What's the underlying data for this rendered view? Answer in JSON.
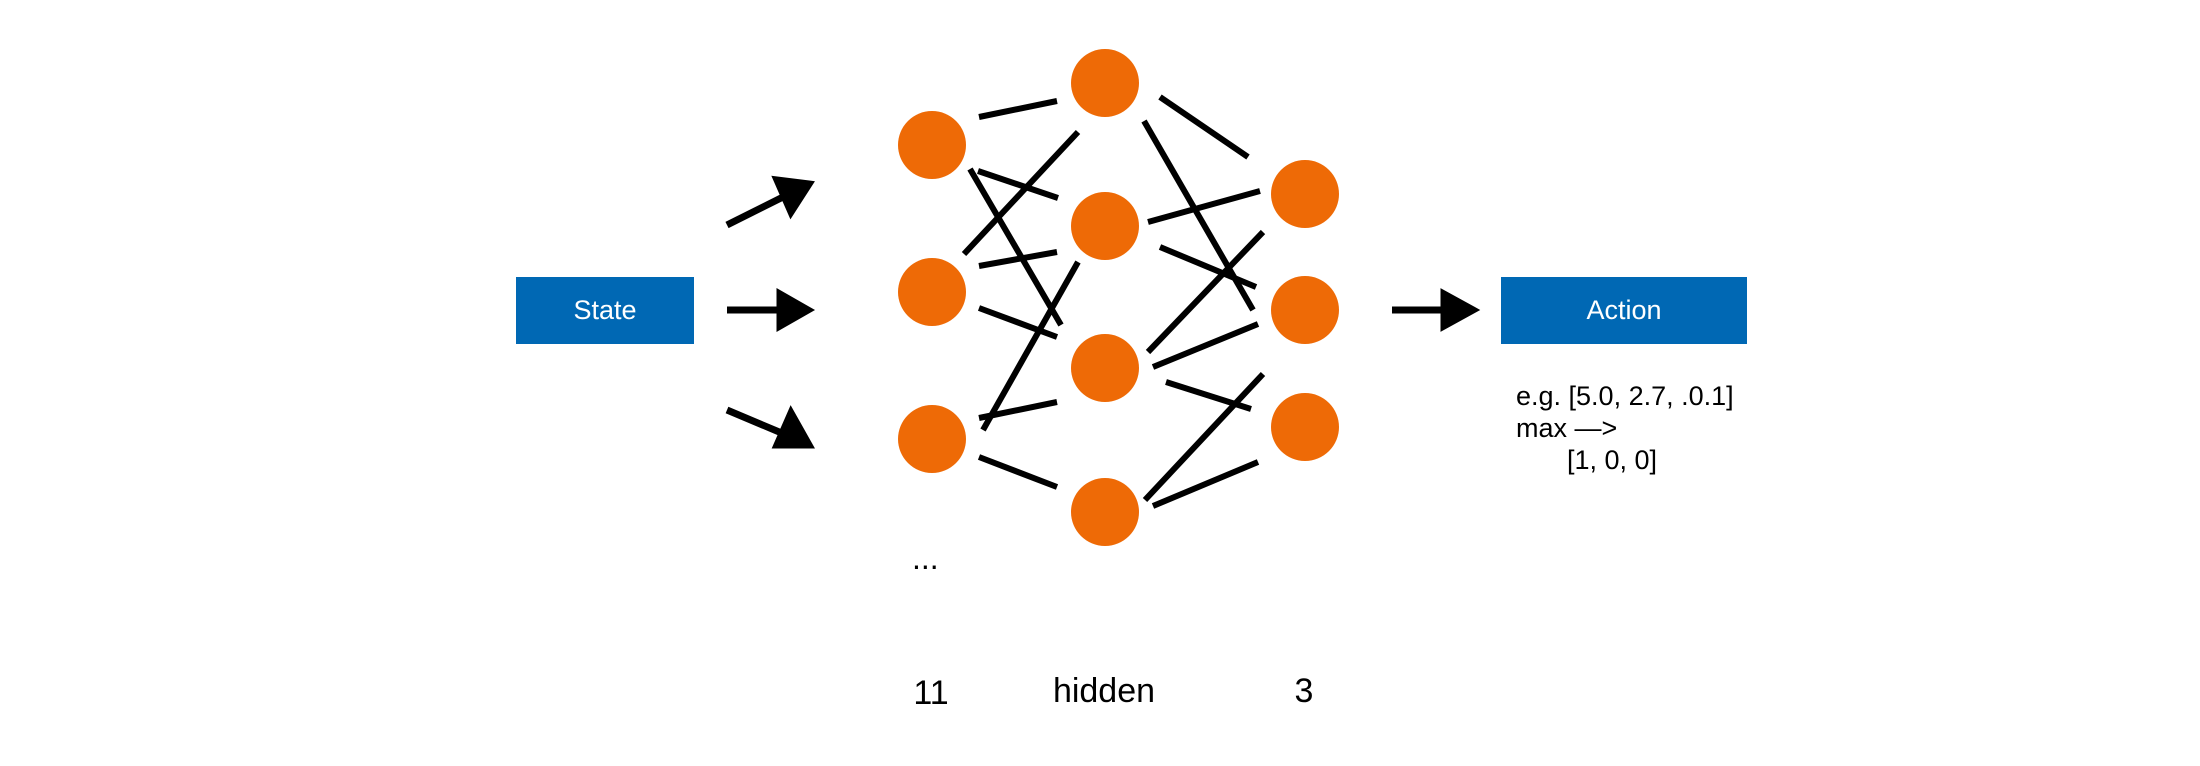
{
  "state_label": "State",
  "action_label": "Action",
  "example": {
    "line1": "e.g. [5.0, 2.7, .0.1]",
    "line2": "max —>",
    "line3": "[1, 0, 0]"
  },
  "layers": {
    "input": "11",
    "hidden": "hidden",
    "output": "3",
    "ellipsis": "..."
  },
  "colors": {
    "neuron": "#ee6a06",
    "box": "#0068b4",
    "box_text": "#ffffff",
    "line": "#000000"
  }
}
